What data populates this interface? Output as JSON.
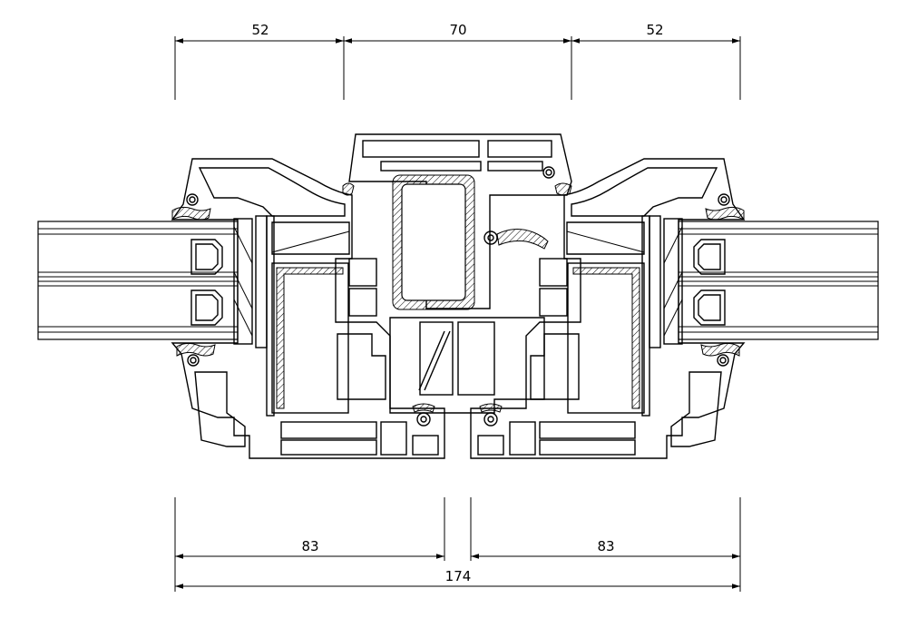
{
  "dimensions": {
    "top_left": "52",
    "top_middle": "70",
    "top_right": "52",
    "bottom_left": "83",
    "bottom_right": "83",
    "overall": "174"
  }
}
